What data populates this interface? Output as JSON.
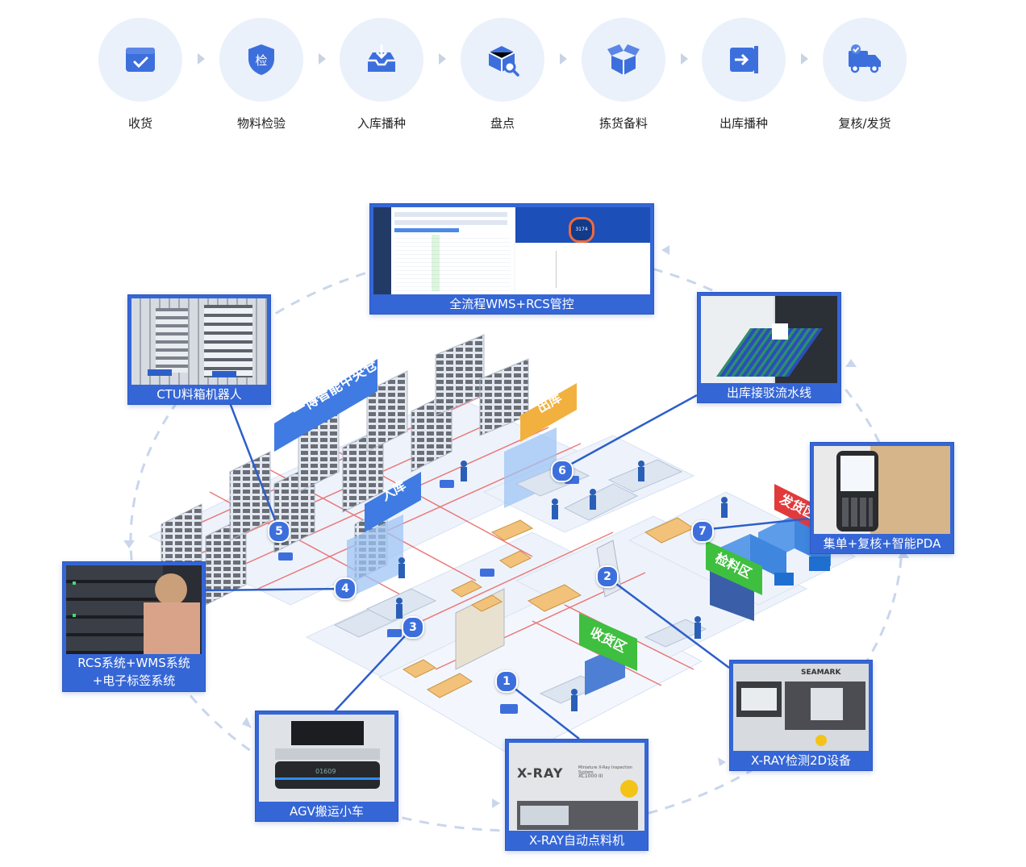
{
  "process_steps": [
    {
      "label": "收货",
      "icon": "box-check-icon"
    },
    {
      "label": "物料检验",
      "icon": "shield-check-icon"
    },
    {
      "label": "入库播种",
      "icon": "inbox-download-icon"
    },
    {
      "label": "盘点",
      "icon": "box-search-icon"
    },
    {
      "label": "拣货备料",
      "icon": "box-pick-icon"
    },
    {
      "label": "出库播种",
      "icon": "exit-door-icon"
    },
    {
      "label": "复核/发货",
      "icon": "delivery-truck-icon"
    }
  ],
  "panels": {
    "wms": "全流程WMS+RCS管控",
    "ctu": "CTU料箱机器人",
    "conveyor": "出库接驳流水线",
    "pda": "集单+复核+智能PDA",
    "rcs_line1": "RCS系统+WMS系统",
    "rcs_line2": "+电子标签系统",
    "agv": "AGV搬运小车",
    "xray_counter": "X-RAY自动点料机",
    "xray_2d": "X-RAY检测2D设备"
  },
  "screen_text": {
    "dash_value": "3174"
  },
  "xray_text": {
    "brand": "X-RAY",
    "line1": "Miniature X-Ray Inspection System",
    "model": "XC1000 III",
    "seamark": "SEAMARK"
  },
  "agv_text": {
    "tag": "01609"
  },
  "ribbons": {
    "warehouse": "一博智能中央仓",
    "inbound": "入库",
    "outbound": "出库",
    "shipping": "发货区",
    "inspection": "检料区",
    "receiving": "收货区"
  },
  "badges": [
    "1",
    "2",
    "3",
    "4",
    "5",
    "6",
    "7"
  ],
  "colors": {
    "accent": "#3566d6",
    "icon": "#3d6fdc",
    "circle": "#eaf1fb",
    "green": "#3fbf3f",
    "orange": "#f2a93b",
    "red": "#e23a3a"
  }
}
